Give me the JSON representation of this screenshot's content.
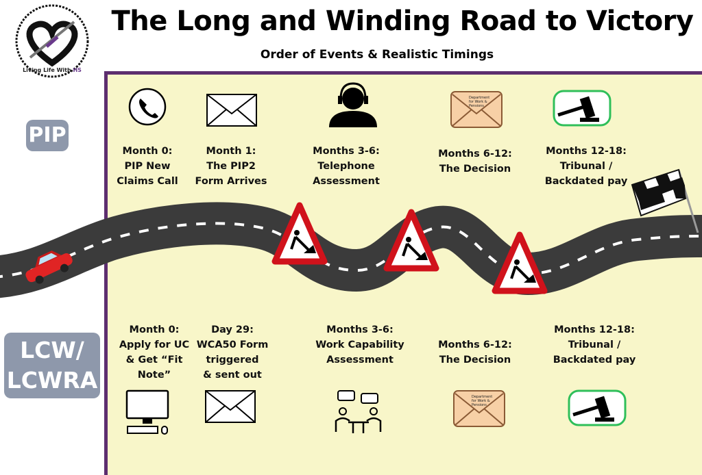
{
  "header": {
    "title": "The Long and Winding Road to Victory",
    "subtitle": "Order of Events & Realistic Timings"
  },
  "logo": {
    "text_plain": "Living Life With ",
    "text_accent": "HS",
    "accent_color": "#6a3a8c"
  },
  "colors": {
    "border": "#5d2e6f",
    "panel": "#f8f6c9",
    "pill": "#8e98ab",
    "road": "#3b3b3b",
    "gavel_frame": "#2fbf5a",
    "sign_red": "#d0121b"
  },
  "tracks": {
    "pip": {
      "label": "PIP",
      "steps": [
        {
          "icon": "phone-icon",
          "lines": [
            "Month 0:",
            "PIP New",
            "Claims Call"
          ]
        },
        {
          "icon": "envelope-icon",
          "lines": [
            "Month 1:",
            "The PIP2",
            "Form Arrives"
          ]
        },
        {
          "icon": "headset-person-icon",
          "lines": [
            "Months 3-6:",
            "Telephone",
            "Assessment"
          ]
        },
        {
          "icon": "dwp-envelope-icon",
          "lines": [
            "Months 6-12:",
            "The Decision"
          ]
        },
        {
          "icon": "gavel-icon",
          "lines": [
            "Months 12-18:",
            "Tribunal /",
            "Backdated pay"
          ]
        }
      ]
    },
    "lcw": {
      "label_lines": [
        "LCW/",
        "LCWRA"
      ],
      "steps": [
        {
          "icon": "computer-icon",
          "lines": [
            "Month 0:",
            "Apply for UC",
            "& Get “Fit",
            "Note”"
          ]
        },
        {
          "icon": "envelope-icon",
          "lines": [
            "Day 29:",
            "WCA50 Form",
            "triggered",
            "& sent out"
          ]
        },
        {
          "icon": "meeting-icon",
          "lines": [
            "Months 3-6:",
            "Work Capability",
            "Assessment"
          ]
        },
        {
          "icon": "dwp-envelope-icon",
          "lines": [
            "Months 6-12:",
            "The Decision"
          ]
        },
        {
          "icon": "gavel-icon",
          "lines": [
            "Months 12-18:",
            "Tribunal /",
            "Backdated pay"
          ]
        }
      ]
    }
  },
  "envelope_text": [
    "Department",
    "for Work &",
    "Pensions"
  ]
}
